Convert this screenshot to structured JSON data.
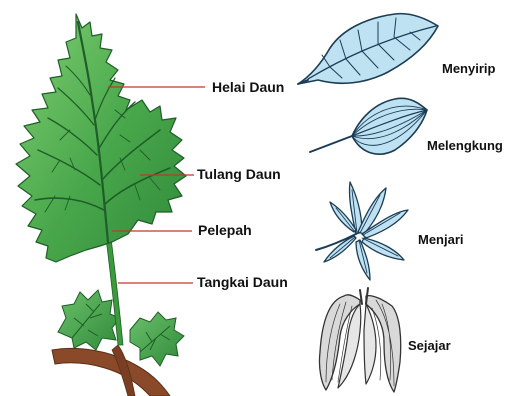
{
  "labels": {
    "helai_daun": "Helai Daun",
    "tulang_daun": "Tulang Daun",
    "pelepah": "Pelepah",
    "tangkai_daun": "Tangkai Daun"
  },
  "venation_types": {
    "menyirip": "Menyirip",
    "melengkung": "Melengkung",
    "menjari": "Menjari",
    "sejajar": "Sejajar"
  },
  "colors": {
    "leaf_dark": "#2f8a3a",
    "leaf_light": "#6cc06a",
    "vein": "#1f5e28",
    "stem": "#3a9a3c",
    "branch": "#8a4a2a",
    "pointer_line": "#c0392b",
    "sketch_fill": "#bfe2f2",
    "sketch_stroke": "#1b3c55",
    "sejajar_fill": "#d9d9d9"
  }
}
